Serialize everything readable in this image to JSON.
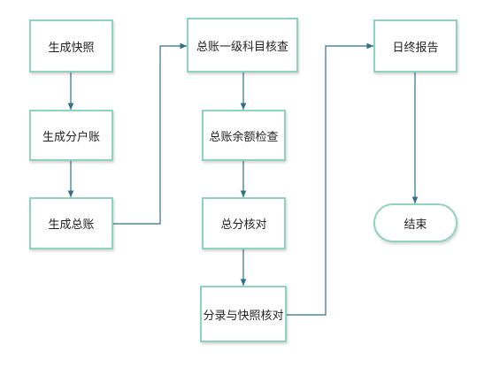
{
  "flowchart": {
    "nodes": {
      "generate_snapshot": "生成快照",
      "generate_sub_ledger": "生成分户账",
      "generate_general_ledger": "生成总账",
      "gl_level1_check": "总账一级科目核查",
      "gl_balance_check": "总账余额检查",
      "total_sub_reconcile": "总分核对",
      "sub_entry_snapshot_reconcile": "分录与快照核对",
      "daily_report": "日终报告",
      "end": "结束"
    }
  },
  "colors": {
    "node_border": "#8fd3bf",
    "connector": "#2e6f8a"
  }
}
